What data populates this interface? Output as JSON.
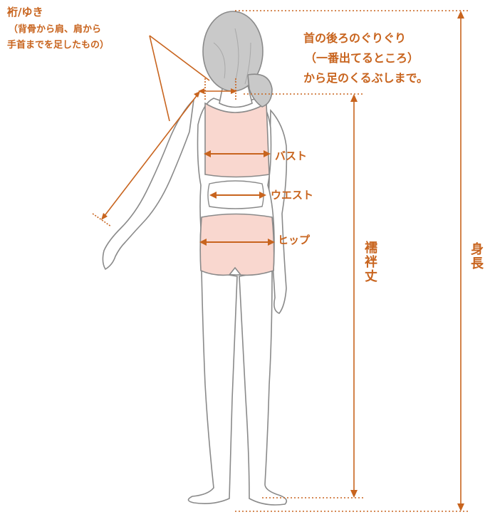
{
  "labels": {
    "yuki_title": "裄/ゆき",
    "yuki_note_line1": "（背骨から肩、肩から",
    "yuki_note_line2": "手首までを足したもの）",
    "neck_note_line1": "首の後ろのぐりぐり",
    "neck_note_line2": "（一番出てるところ）",
    "neck_note_line3": "から足のくるぶしまで。",
    "bust": "バスト",
    "waist": "ウエスト",
    "hip": "ヒップ",
    "juban_length": "襦袢丈",
    "height": "身長"
  },
  "colors": {
    "accent": "#c8641e",
    "body_outline": "#8a8a8a",
    "hair": "#c9c9c9",
    "garment": "#f9d7cf"
  }
}
